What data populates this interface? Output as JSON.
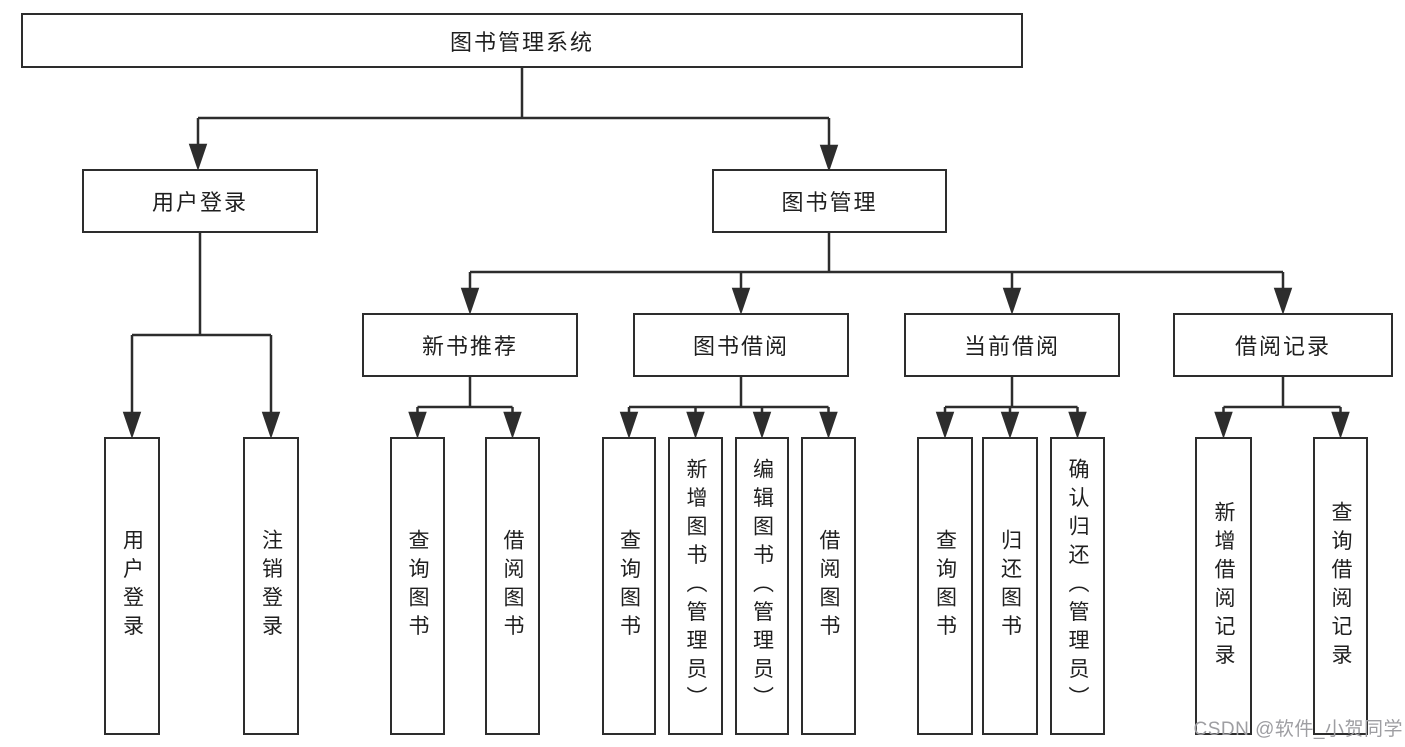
{
  "diagram": {
    "title": "图书管理系统",
    "root": "图书管理系统",
    "branches": [
      {
        "label": "用户登录",
        "children": [
          "用户登录",
          "注销登录"
        ]
      },
      {
        "label": "图书管理",
        "children": [
          {
            "label": "新书推荐",
            "children": [
              "查询图书",
              "借阅图书"
            ]
          },
          {
            "label": "图书借阅",
            "children": [
              "查询图书",
              "新增图书（管理员）",
              "编辑图书（管理员）",
              "借阅图书"
            ]
          },
          {
            "label": "当前借阅",
            "children": [
              "查询图书",
              "归还图书",
              "确认归还（管理员）"
            ]
          },
          {
            "label": "借阅记录",
            "children": [
              "新增借阅记录",
              "查询借阅记录"
            ]
          }
        ]
      }
    ]
  },
  "watermark": {
    "text": "CSDN @软件_小贺同学"
  },
  "colors": {
    "line": "#2d2d2d",
    "box_border": "#2d2d2d",
    "box_fill": "#ffffff",
    "text": "#1f1f1f",
    "watermark": "#9e9ea2"
  }
}
